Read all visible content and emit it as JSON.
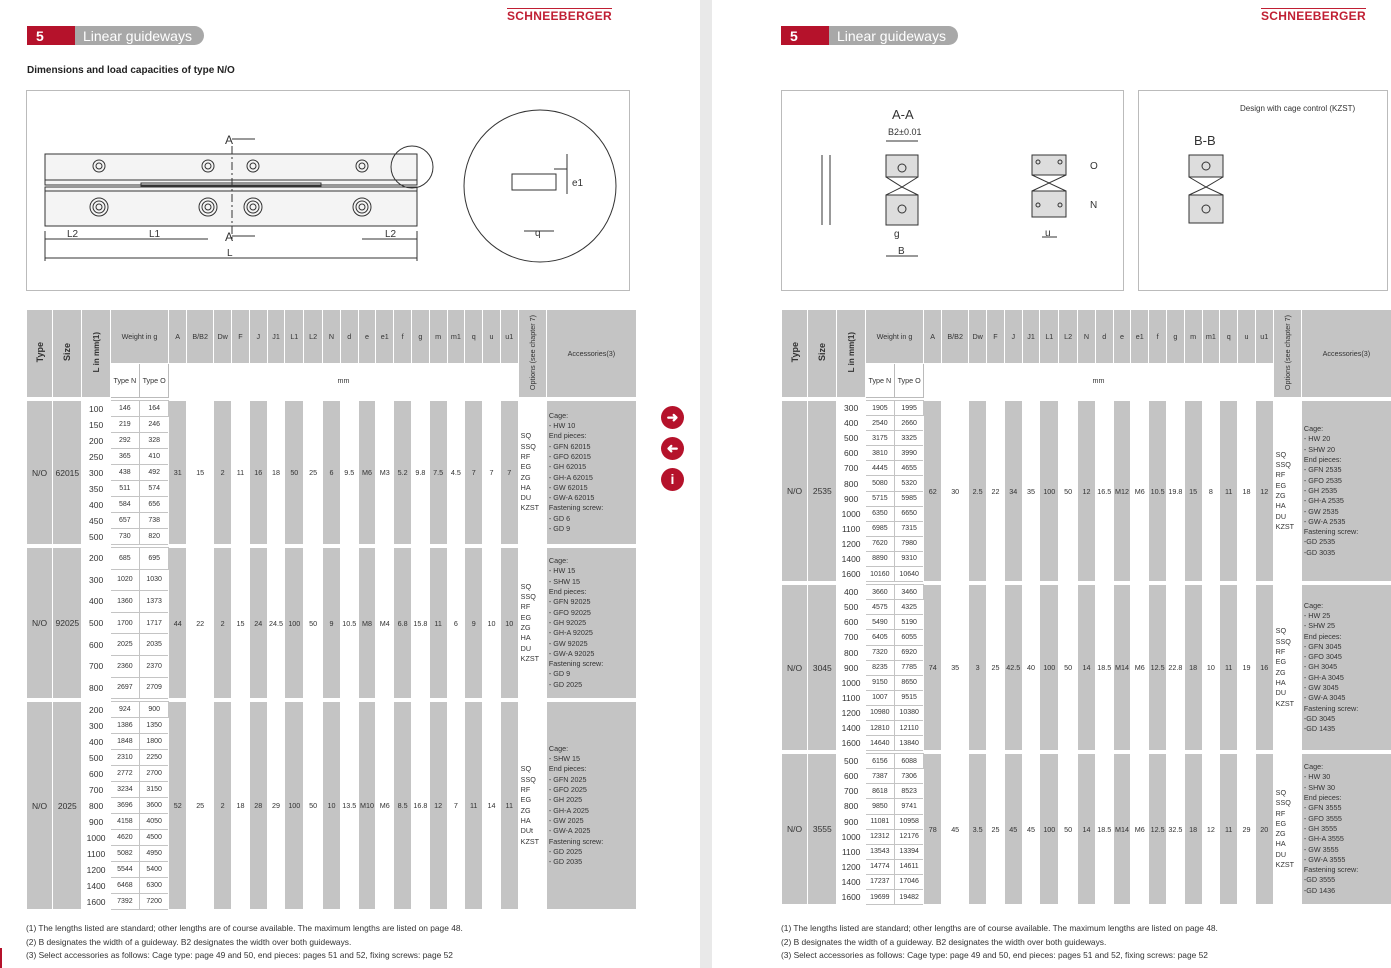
{
  "brand": "SCHNEEBERGER",
  "chapter": {
    "number": "5",
    "title": "Linear guideways"
  },
  "left": {
    "subtitle": "Dimensions and load capacities of type N/O",
    "drawing": {
      "section": "A",
      "l2": "L2",
      "l1": "L1",
      "l": "L",
      "q": "q",
      "e1": "e1"
    },
    "header": {
      "type": "Type",
      "size": "Size",
      "length": "L in mm",
      "length_sup": "(1)",
      "weight": "Weight in g",
      "weight_n": "Type N",
      "weight_o": "Type O",
      "unit": "mm",
      "cols": [
        "A",
        "B/B2",
        "Dw",
        "F",
        "J",
        "J1",
        "L1",
        "L2",
        "N",
        "d",
        "e",
        "e1",
        "f",
        "g",
        "m",
        "m1",
        "q",
        "u",
        "u1"
      ],
      "options": "Options (see chapter 7)",
      "accessories": "Accessories",
      "acc_sup": "(3)"
    },
    "groups": [
      {
        "type": "N/O",
        "size": "62015",
        "lengths": [
          "100",
          "150",
          "200",
          "250",
          "300",
          "350",
          "400",
          "450",
          "500"
        ],
        "wn": [
          "146",
          "219",
          "292",
          "365",
          "438",
          "511",
          "584",
          "657",
          "730"
        ],
        "wo": [
          "164",
          "246",
          "328",
          "410",
          "492",
          "574",
          "656",
          "738",
          "820"
        ],
        "dims": [
          "31",
          "15",
          "2",
          "11",
          "16",
          "18",
          "50",
          "25",
          "6",
          "9.5",
          "M6",
          "M3",
          "5.2",
          "9.8",
          "7.5",
          "4.5",
          "7",
          "7",
          "7"
        ],
        "options": [
          "SQ",
          "SSQ",
          "RF",
          "EG",
          "ZG",
          "HA",
          "DU",
          "KZST"
        ],
        "accessories": [
          "Cage:",
          "- HW 10",
          "End pieces:",
          "- GFN 62015",
          "- GFO 62015",
          "- GH 62015",
          "- GH-A 62015",
          "- GW 62015",
          "- GW-A 62015",
          "Fastening screw:",
          "- GD 6",
          "- GD 9"
        ]
      },
      {
        "type": "N/O",
        "size": "92025",
        "lengths": [
          "200",
          "300",
          "400",
          "500",
          "600",
          "700",
          "800"
        ],
        "wn": [
          "685",
          "1020",
          "1360",
          "1700",
          "2025",
          "2360",
          "2697"
        ],
        "wo": [
          "695",
          "1030",
          "1373",
          "1717",
          "2035",
          "2370",
          "2709"
        ],
        "dims": [
          "44",
          "22",
          "2",
          "15",
          "24",
          "24.5",
          "100",
          "50",
          "9",
          "10.5",
          "M8",
          "M4",
          "6.8",
          "15.8",
          "11",
          "6",
          "9",
          "10",
          "10"
        ],
        "options": [
          "SQ",
          "SSQ",
          "RF",
          "EG",
          "ZG",
          "HA",
          "DU",
          "KZST"
        ],
        "accessories": [
          "Cage:",
          "- HW 15",
          "- SHW 15",
          "End pieces:",
          "- GFN 92025",
          "- GFO 92025",
          "- GH 92025",
          "- GH-A 92025",
          "- GW 92025",
          "- GW-A 92025",
          "Fastening screw:",
          "- GD 9",
          "- GD 2025"
        ]
      },
      {
        "type": "N/O",
        "size": "2025",
        "lengths": [
          "200",
          "300",
          "400",
          "500",
          "600",
          "700",
          "800",
          "900",
          "1000",
          "1100",
          "1200",
          "1400",
          "1600"
        ],
        "wn": [
          "924",
          "1386",
          "1848",
          "2310",
          "2772",
          "3234",
          "3696",
          "4158",
          "4620",
          "5082",
          "5544",
          "6468",
          "7392"
        ],
        "wo": [
          "900",
          "1350",
          "1800",
          "2250",
          "2700",
          "3150",
          "3600",
          "4050",
          "4500",
          "4950",
          "5400",
          "6300",
          "7200"
        ],
        "dims": [
          "52",
          "25",
          "2",
          "18",
          "28",
          "29",
          "100",
          "50",
          "10",
          "13.5",
          "M10",
          "M6",
          "8.5",
          "16.8",
          "12",
          "7",
          "11",
          "14",
          "11"
        ],
        "options": [
          "SQ",
          "SSQ",
          "RF",
          "EG",
          "ZG",
          "HA",
          "DUt",
          "KZST"
        ],
        "accessories": [
          "Cage:",
          "- SHW 15",
          "End pieces:",
          "- GFN 2025",
          "- GFO 2025",
          "- GH 2025",
          "- GH-A 2025",
          "- GW 2025",
          "- GW-A 2025",
          "Fastening screw:",
          "- GD 2025",
          "- GD 2035"
        ]
      }
    ],
    "footnotes": [
      "(1) The lengths listed are standard; other lengths are of course available. The maximum lengths are listed on page  48.",
      "(2) B designates the width of a guideway. B2 designates the width over both guideways.",
      "(3) Select accessories as follows: Cage type: page 49 and 50, end pieces: pages 51 and 52, fixing screws: page 52"
    ],
    "icons": [
      "arrow-right-icon",
      "arrow-left-icon",
      "info-icon"
    ]
  },
  "right": {
    "drawing": {
      "aa": "A-A",
      "bb": "B-B",
      "kzst": "Design with cage control (KZST)",
      "b2": "B2±0.01",
      "b": "B",
      "g": "g",
      "o": "O",
      "n": "N",
      "u": "u"
    },
    "groups": [
      {
        "type": "N/O",
        "size": "2535",
        "lengths": [
          "300",
          "400",
          "500",
          "600",
          "700",
          "800",
          "900",
          "1000",
          "1100",
          "1200",
          "1400",
          "1600"
        ],
        "wn": [
          "1905",
          "2540",
          "3175",
          "3810",
          "4445",
          "5080",
          "5715",
          "6350",
          "6985",
          "7620",
          "8890",
          "10160"
        ],
        "wo": [
          "1995",
          "2660",
          "3325",
          "3990",
          "4655",
          "5320",
          "5985",
          "6650",
          "7315",
          "7980",
          "9310",
          "10640"
        ],
        "dims": [
          "62",
          "30",
          "2.5",
          "22",
          "34",
          "35",
          "100",
          "50",
          "12",
          "16.5",
          "M12",
          "M6",
          "10.5",
          "19.8",
          "15",
          "8",
          "11",
          "18",
          "12"
        ],
        "options": [
          "SQ",
          "SSQ",
          "RF",
          "EG",
          "ZG",
          "HA",
          "DU",
          "KZST"
        ],
        "accessories": [
          "Cage:",
          "- HW 20",
          "- SHW 20",
          "End pieces:",
          "- GFN 2535",
          "- GFO 2535",
          "- GH 2535",
          "- GH-A 2535",
          "- GW 2535",
          "- GW-A 2535",
          "Fastening screw:",
          "-GD 2535",
          "-GD 3035"
        ]
      },
      {
        "type": "N/O",
        "size": "3045",
        "lengths": [
          "400",
          "500",
          "600",
          "700",
          "800",
          "900",
          "1000",
          "1100",
          "1200",
          "1400",
          "1600"
        ],
        "wn": [
          "3660",
          "4575",
          "5490",
          "6405",
          "7320",
          "8235",
          "9150",
          "1007",
          "10980",
          "12810",
          "14640"
        ],
        "wo": [
          "3460",
          "4325",
          "5190",
          "6055",
          "6920",
          "7785",
          "8650",
          "9515",
          "10380",
          "12110",
          "13840"
        ],
        "dims": [
          "74",
          "35",
          "3",
          "25",
          "42.5",
          "40",
          "100",
          "50",
          "14",
          "18.5",
          "M14",
          "M6",
          "12.5",
          "22.8",
          "18",
          "10",
          "11",
          "19",
          "16"
        ],
        "options": [
          "SQ",
          "SSQ",
          "RF",
          "EG",
          "ZG",
          "HA",
          "DU",
          "KZST"
        ],
        "accessories": [
          "Cage:",
          "- HW 25",
          "- SHW 25",
          "End pieces:",
          "- GFN 3045",
          "- GFO 3045",
          "- GH 3045",
          "- GH-A 3045",
          "- GW 3045",
          "- GW-A 3045",
          "Fastening screw:",
          "-GD 3045",
          "-GD 1435"
        ]
      },
      {
        "type": "N/O",
        "size": "3555",
        "lengths": [
          "500",
          "600",
          "700",
          "800",
          "900",
          "1000",
          "1100",
          "1200",
          "1400",
          "1600"
        ],
        "wn": [
          "6156",
          "7387",
          "8618",
          "9850",
          "11081",
          "12312",
          "13543",
          "14774",
          "17237",
          "19699"
        ],
        "wo": [
          "6088",
          "7306",
          "8523",
          "9741",
          "10958",
          "12176",
          "13394",
          "14611",
          "17046",
          "19482"
        ],
        "dims": [
          "78",
          "45",
          "3.5",
          "25",
          "45",
          "45",
          "100",
          "50",
          "14",
          "18.5",
          "M14",
          "M6",
          "12.5",
          "32.5",
          "18",
          "12",
          "11",
          "29",
          "20"
        ],
        "options": [
          "SQ",
          "SSQ",
          "RF",
          "EG",
          "ZG",
          "HA",
          "DU",
          "KZST"
        ],
        "accessories": [
          "Cage:",
          "- HW 30",
          "- SHW 30",
          "End pieces:",
          "- GFN 3555",
          "- GFO 3555",
          "- GH 3555",
          "- GH-A 3555",
          "- GW 3555",
          "- GW-A 3555",
          "Fastening screw:",
          "-GD 3555",
          "-GD 1436"
        ]
      }
    ],
    "footnotes": [
      "(1) The lengths listed are standard; other lengths are of course available. The maximum lengths are listed on page  48.",
      "(2) B designates the width of a guideway. B2 designates the width over both guideways.",
      "(3) Select accessories as follows: Cage type: page 49 and 50, end pieces: pages 51 and 52, fixing screws: page 52"
    ]
  },
  "colors": {
    "accent": "#b5122b",
    "brand": "#c01f33",
    "grey": "#c4c4c4",
    "chapter_grey": "#a8a8a8"
  }
}
